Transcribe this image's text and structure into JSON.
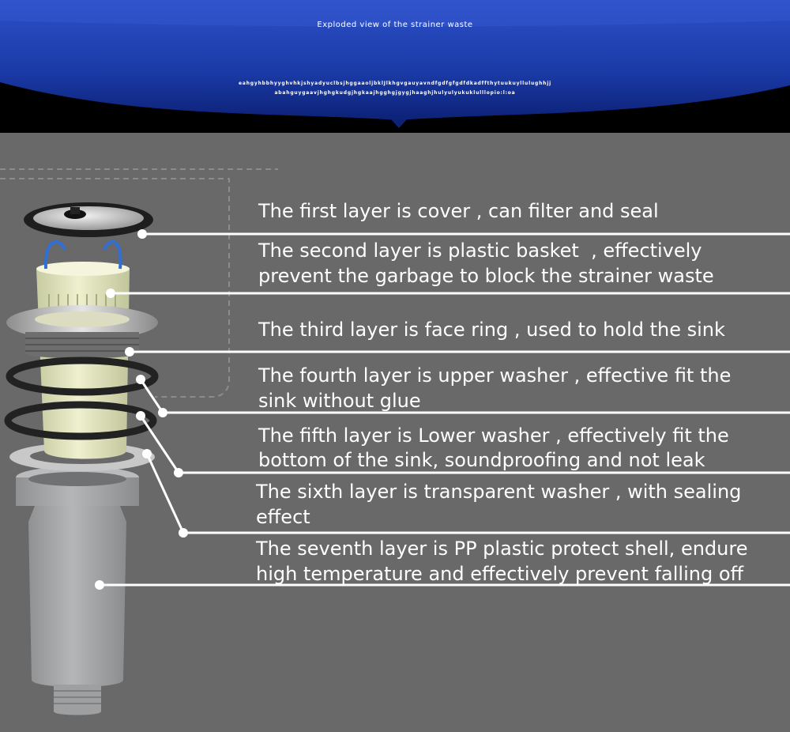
{
  "header": {
    "title": "Exploded view of the strainer waste",
    "subline_1": "eahgyhbbhyyghvhkjshyadyuclbsjhggaaoljbklJlkhgvgauyavndfgdfgfgdfdkadffthytuukuyllulughhjj",
    "subline_2": "abahguygaavjhghgkudgjhgkaajhgghgjgygjhaaghjhulyulyukuklulllopio:l:oa"
  },
  "layers": [
    {
      "id": "cover",
      "line1": "The first layer is cover , can filter and seal",
      "line2": ""
    },
    {
      "id": "basket",
      "line1": "The second layer is plastic basket  , effectively",
      "line2": "prevent the garbage to block the strainer waste"
    },
    {
      "id": "face-ring",
      "line1": "The third layer is face ring , used to hold the sink",
      "line2": ""
    },
    {
      "id": "upper-washer",
      "line1": "The fourth layer is upper washer , effective fit the",
      "line2": "sink without glue"
    },
    {
      "id": "lower-washer",
      "line1": "The fifth layer is Lower washer , effectively fit the",
      "line2": "bottom of the sink, soundproofing and not leak"
    },
    {
      "id": "transparent-washer",
      "line1": "The sixth layer is transparent washer , with sealing",
      "line2": "effect"
    },
    {
      "id": "shell",
      "line1": "The seventh layer is PP plastic protect shell, endure",
      "line2": "high temperature and effectively prevent falling off"
    }
  ],
  "colors": {
    "background": "#696969",
    "header_blue": "#1f3fb0",
    "header_black": "#000000",
    "text": "#ffffff",
    "leader": "#ffffff",
    "basket": "#e9ecc6",
    "washer": "#222222",
    "shell": "#a9abac"
  }
}
